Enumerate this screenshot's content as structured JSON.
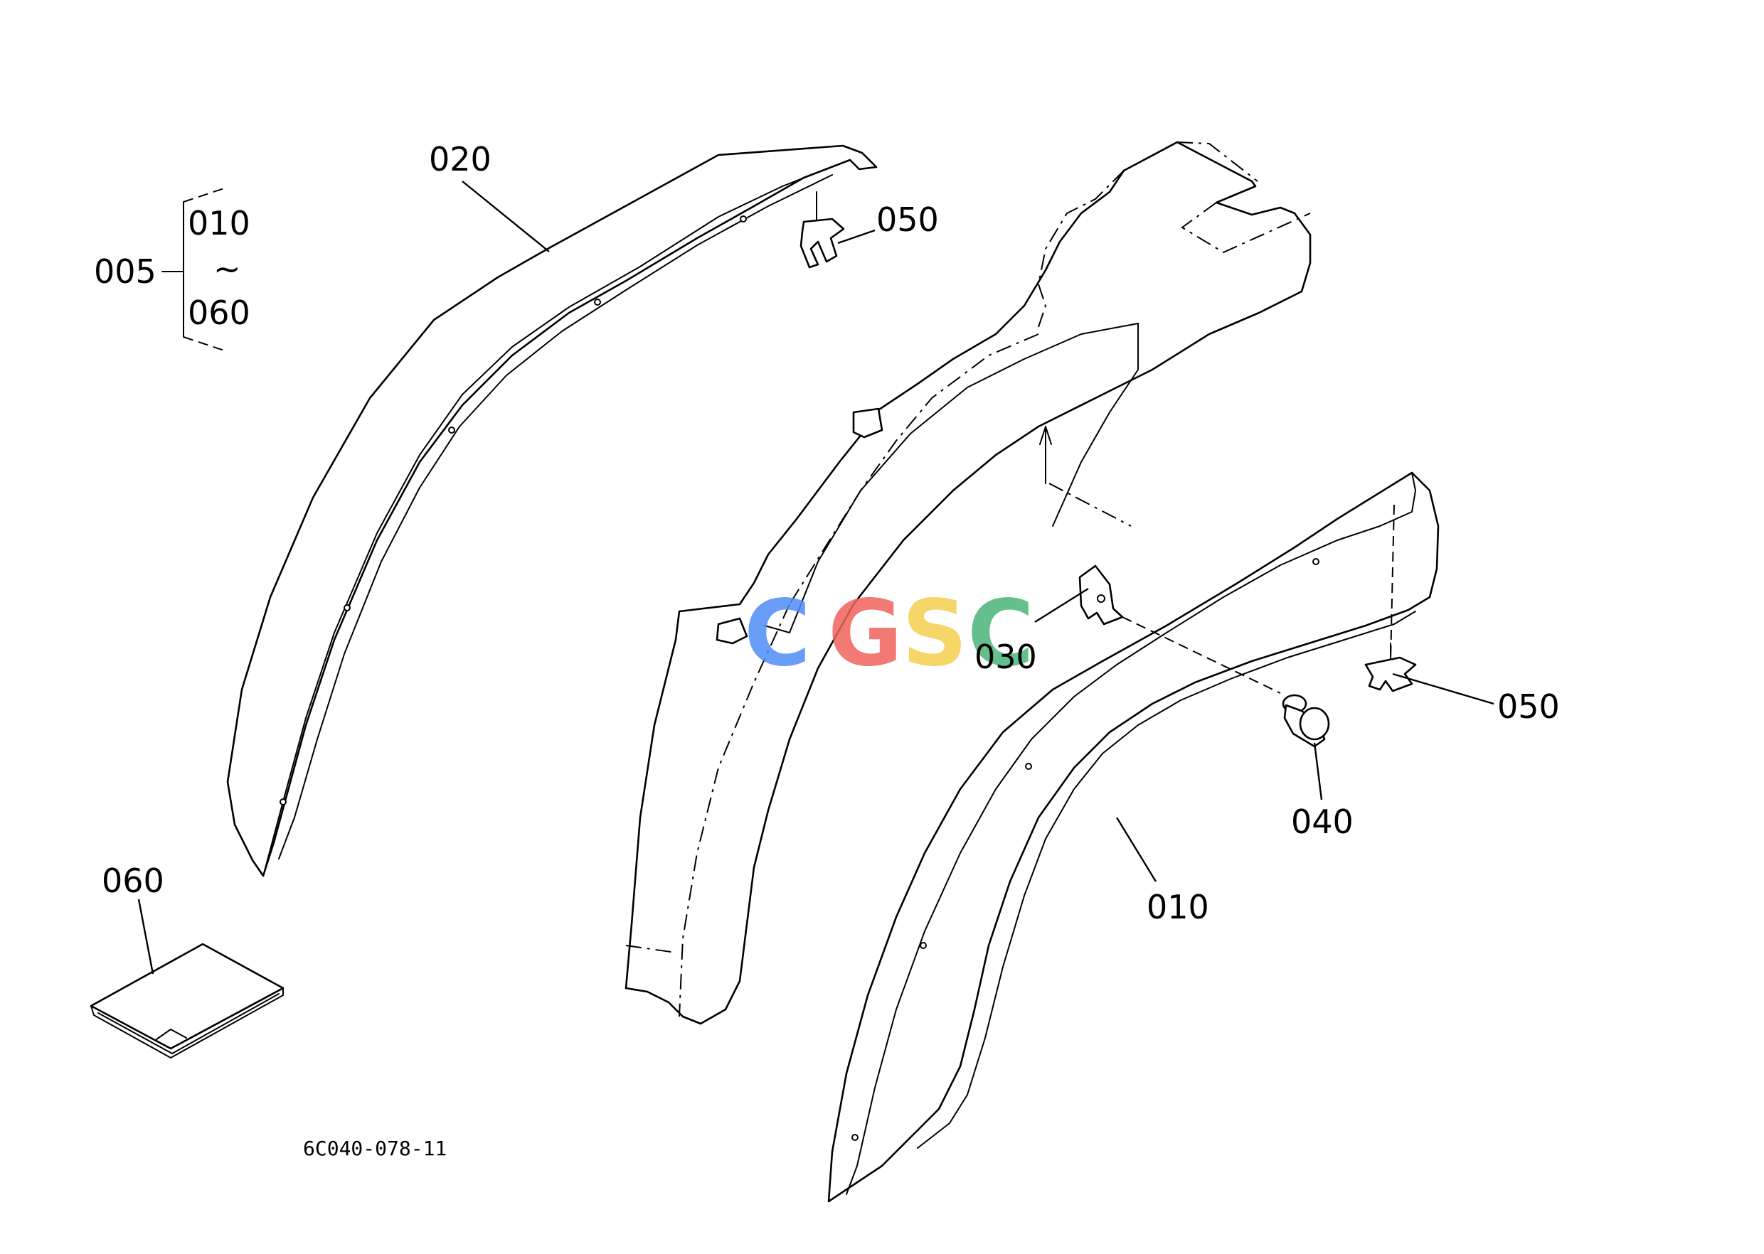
{
  "callouts": {
    "c005": "005",
    "c010_range_start": "010",
    "c_range_sep": "~",
    "c060_range_end": "060",
    "c020": "020",
    "c050_top": "050",
    "c030": "030",
    "c050_right": "050",
    "c040": "040",
    "c010": "010",
    "c060": "060"
  },
  "drawing_number": "6C040-078-11",
  "watermark": {
    "letters": [
      "C",
      "G",
      "S",
      "C"
    ],
    "colors": [
      "#4f8ef7",
      "#f0625c",
      "#f5cf4f",
      "#49b47a"
    ]
  }
}
